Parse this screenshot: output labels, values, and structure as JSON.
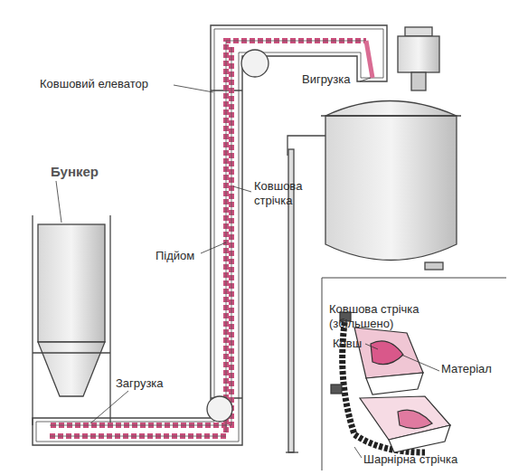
{
  "diagram": {
    "labels": [
      "Вигрузка",
      "Ковшовий елеватор",
      "Бункер",
      "Ковшова стрічка",
      "Підйом",
      "Ковшова стрічка (збільшено)",
      "Ковш",
      "Матеріал",
      "Загрузка",
      "Шарнірна стрічка"
    ]
  }
}
